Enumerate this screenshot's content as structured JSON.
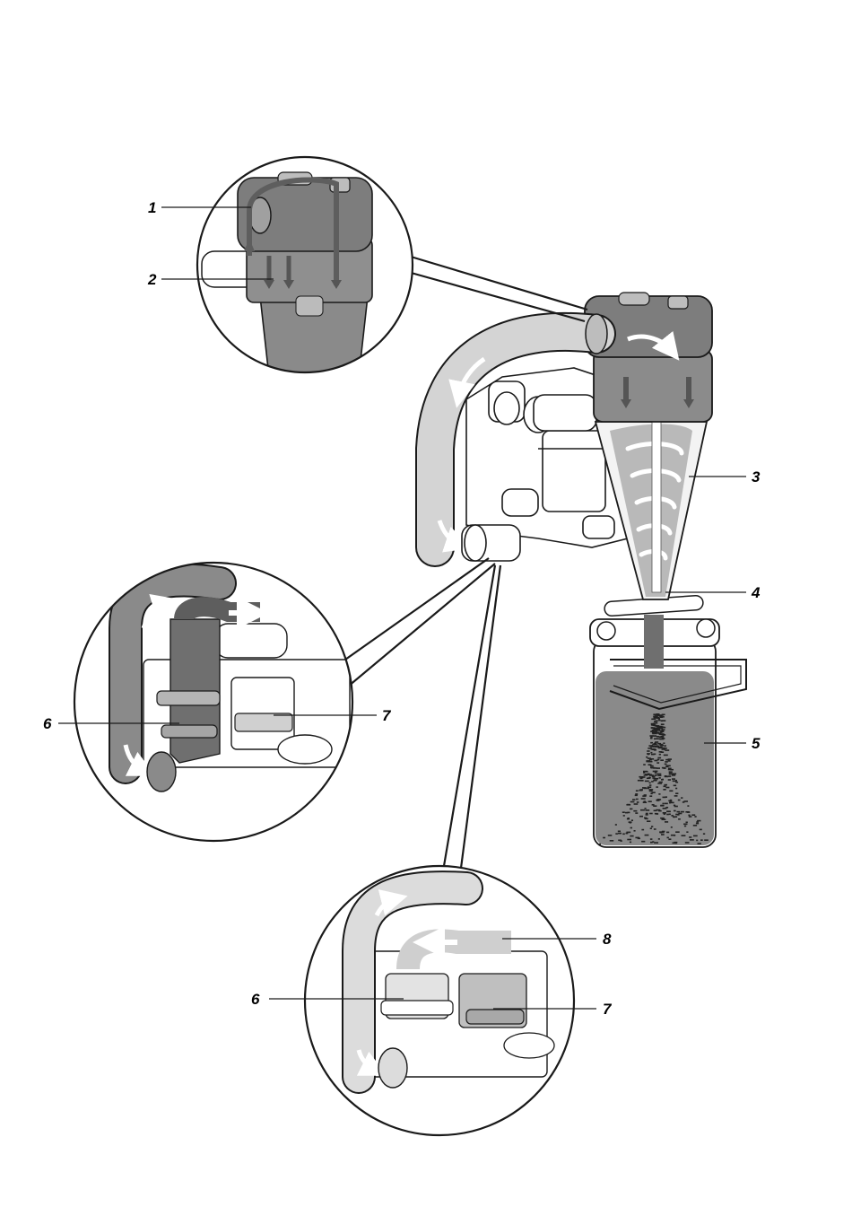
{
  "callouts": {
    "c1": "1",
    "c2": "2",
    "c3": "3",
    "c4": "4",
    "c5": "5",
    "c6a": "6",
    "c7a": "7",
    "c6b": "6",
    "c7b": "7",
    "c8": "8"
  },
  "colors": {
    "dark_flow": "#7d7d7d",
    "light_flow": "#d9d9d9",
    "line": "#1a1a1a",
    "debris": "#222222"
  }
}
